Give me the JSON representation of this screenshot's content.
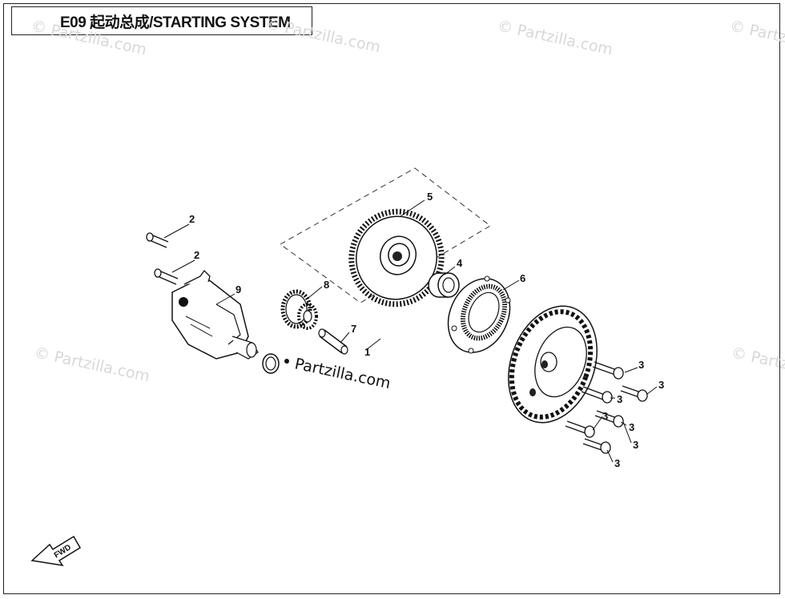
{
  "title": {
    "text": "E09 起动总成/STARTING SYSTEM"
  },
  "watermark": {
    "text": "© Partzilla.com"
  },
  "brand_label": {
    "text": "Partzilla.com"
  },
  "fwd_arrow": {
    "text": "FWD"
  },
  "callouts": {
    "c1": "1",
    "c2a": "2",
    "c2b": "2",
    "c3a": "3",
    "c3b": "3",
    "c3c": "3",
    "c3d": "3",
    "c3e": "3",
    "c3f": "3",
    "c3g": "3",
    "c4": "4",
    "c5": "5",
    "c6": "6",
    "c7": "7",
    "c8": "8",
    "c9": "9"
  }
}
